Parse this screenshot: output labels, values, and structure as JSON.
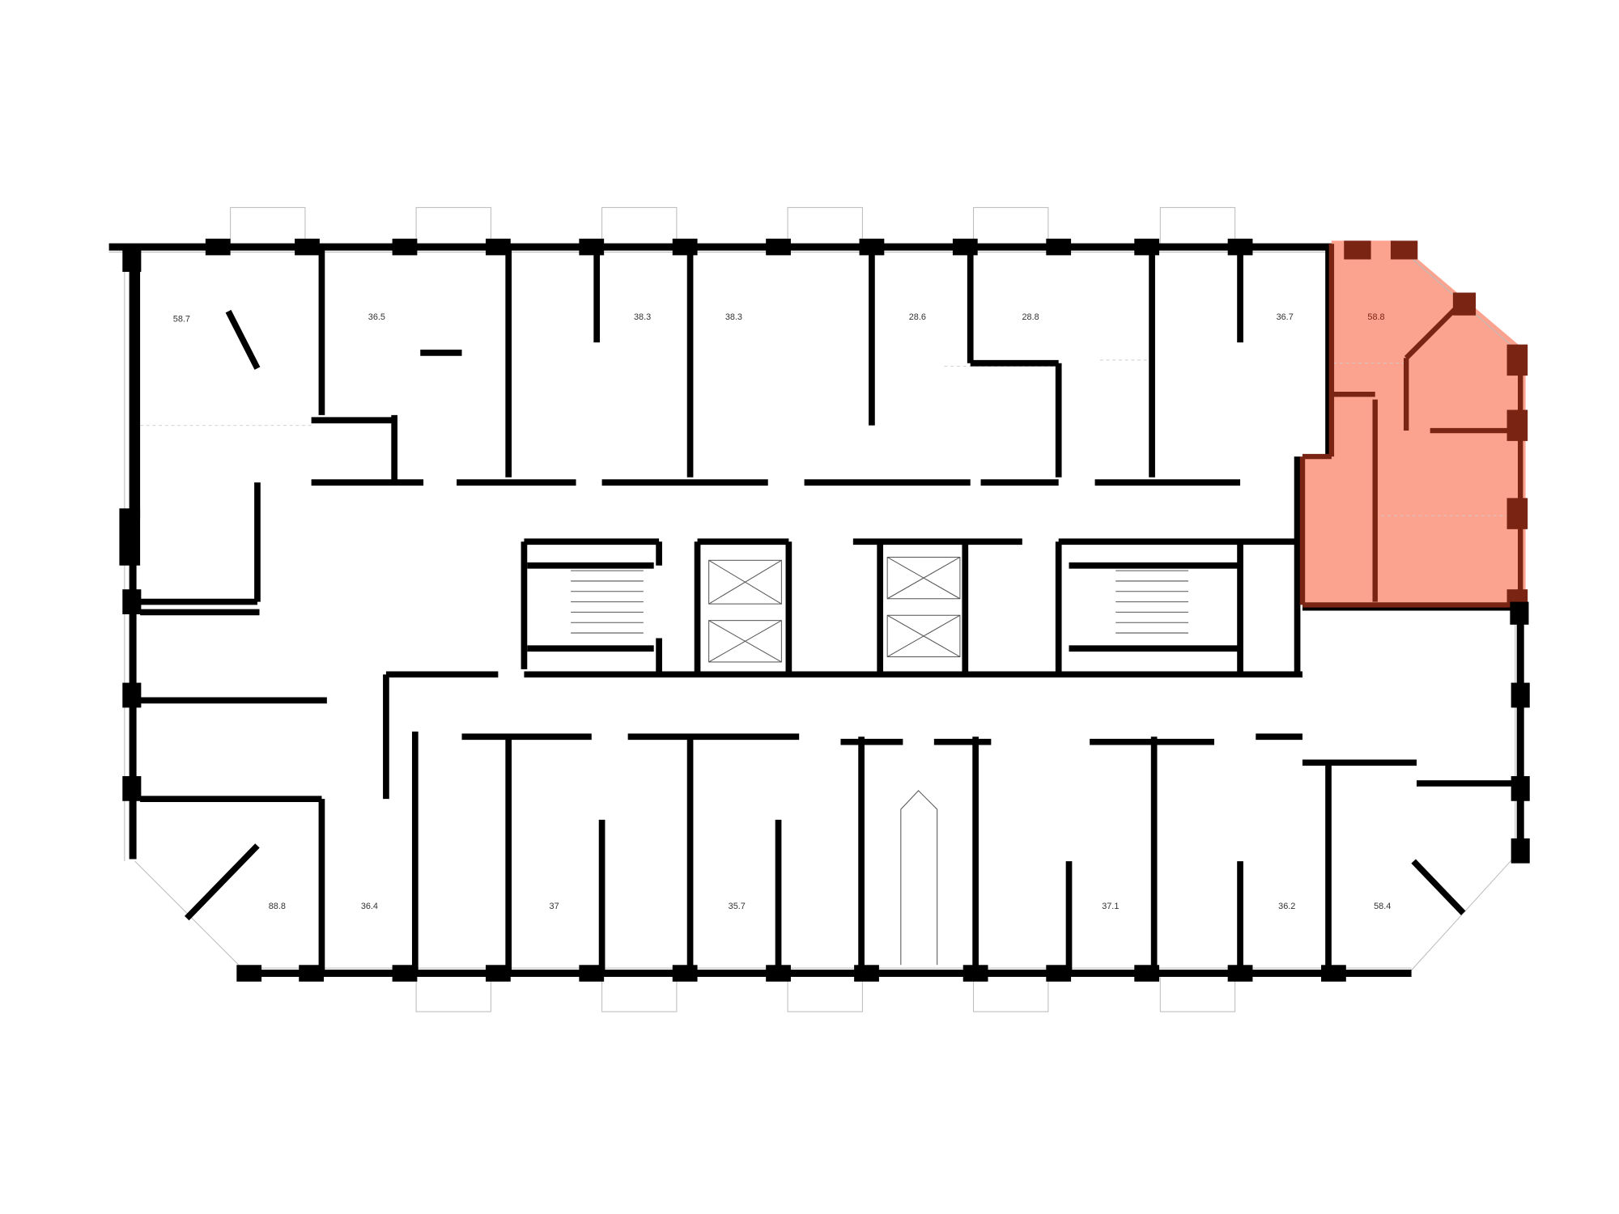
{
  "floor_plan": {
    "highlight_color": "#FCA38F",
    "highlight_wall_color": "#7A2414",
    "wall_color": "#000000",
    "selected_apartment": "58.8",
    "apartments_top": [
      {
        "area": "58.7"
      },
      {
        "area": "36.5"
      },
      {
        "area": "38.3"
      },
      {
        "area": "38.3"
      },
      {
        "area": "28.6"
      },
      {
        "area": "28.8"
      },
      {
        "area": "36.7"
      },
      {
        "area": "58.8",
        "selected": true
      }
    ],
    "apartments_bottom": [
      {
        "area": "88.8"
      },
      {
        "area": "36.4"
      },
      {
        "area": "37"
      },
      {
        "area": "35.7"
      },
      {
        "area": "37.1"
      },
      {
        "area": "36.2"
      },
      {
        "area": "58.4"
      }
    ]
  }
}
